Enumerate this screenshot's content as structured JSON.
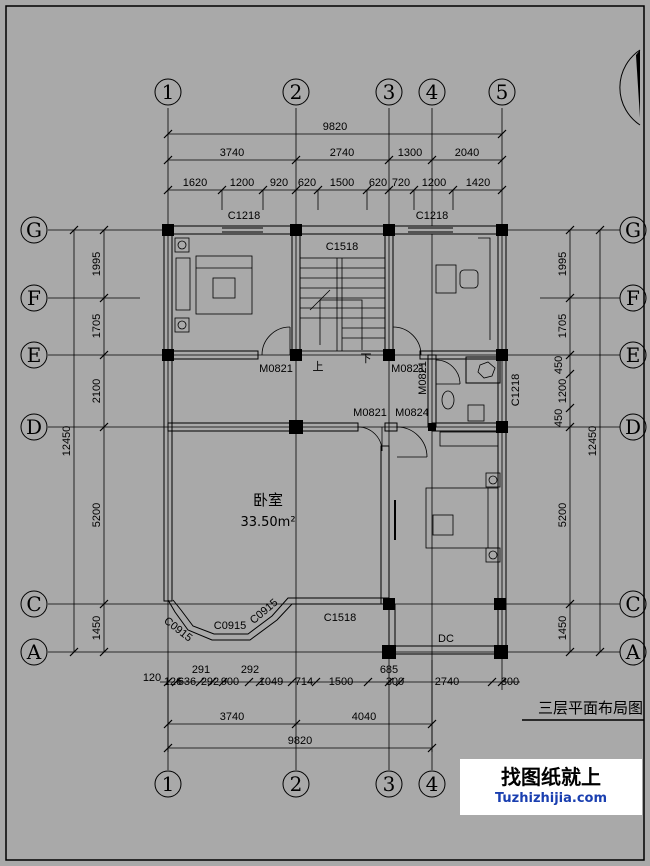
{
  "plan_title": "三层平面布局图",
  "axes_vertical": [
    "1",
    "2",
    "3",
    "4",
    "5"
  ],
  "axes_horizontal": [
    "G",
    "F",
    "E",
    "D",
    "C",
    "A"
  ],
  "top_dims": {
    "total": "9820",
    "row2": [
      "3740",
      "2740",
      "1300",
      "2040"
    ],
    "row3": [
      "1620",
      "1200",
      "920",
      "620",
      "1500",
      "620",
      "720",
      "1200",
      "1420"
    ]
  },
  "bottom_dims": {
    "row1": [
      "120",
      "126",
      "636",
      "291",
      "292",
      "900",
      "292",
      "1049",
      "714",
      "1500",
      "685",
      "300",
      "2740",
      "300"
    ],
    "row2": [
      "3740",
      "4040"
    ],
    "total": "9820"
  },
  "side_dims": {
    "left": [
      "1995",
      "1705",
      "2100",
      "5200",
      "1450"
    ],
    "left_total": "12450",
    "right": [
      "1995",
      "1705",
      "450",
      "1200",
      "450",
      "5200",
      "1450"
    ],
    "right_total": "12450"
  },
  "labels": {
    "c1218a": "C1218",
    "c1218b": "C1218",
    "c1518_top": "C1518",
    "c1218_side": "C1218",
    "m0821a": "M0821",
    "m0821b": "M0821",
    "m0821c": "M0821",
    "m0821d": "M0821",
    "m0824": "M0824",
    "up": "上",
    "down": "下",
    "room": "卧室",
    "area": "33.50m²",
    "c0915a": "C0915",
    "c0915b": "C0915",
    "c0915c": "C0915",
    "c1518_bot": "C1518",
    "dc": "DC"
  },
  "watermark": {
    "line1": "找图纸就上",
    "line2": "Tuzhizhijia.com"
  }
}
